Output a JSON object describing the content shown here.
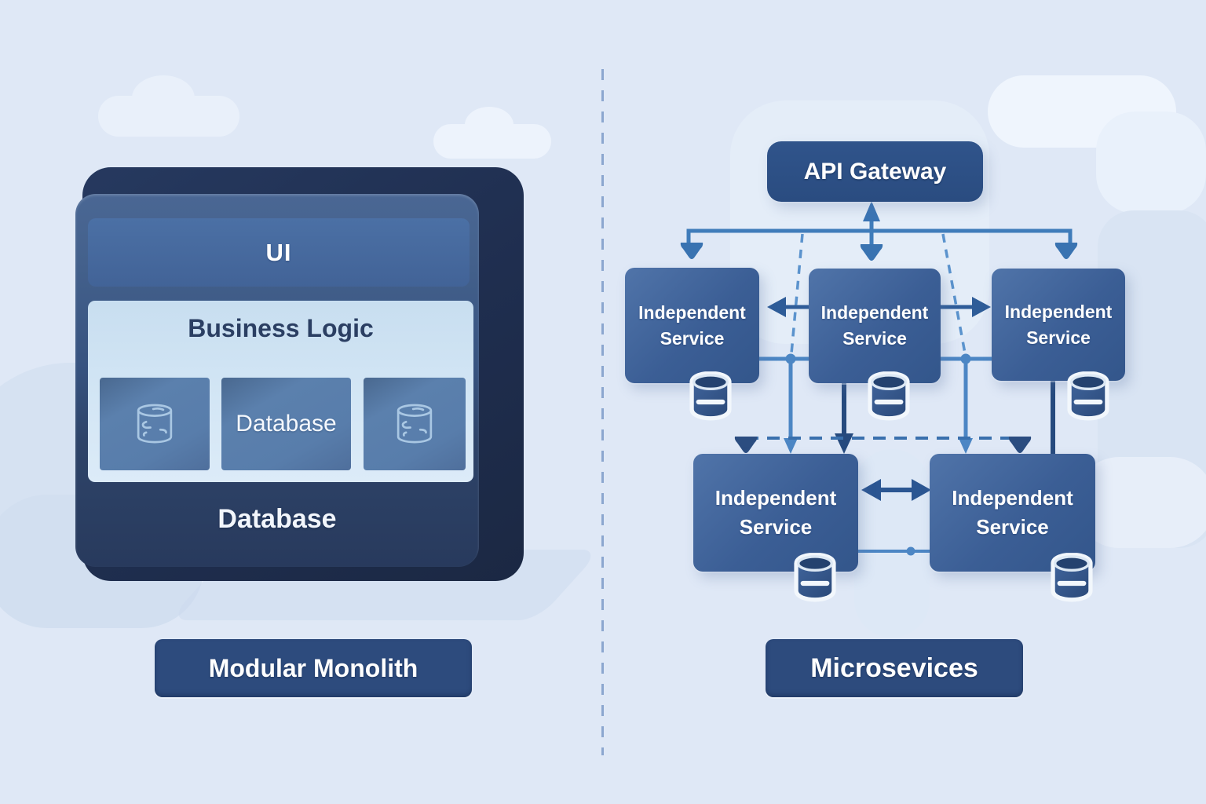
{
  "left_panel": {
    "monolith": {
      "ui_label": "UI",
      "business_logic_title": "Business Logic",
      "module_database_label": "Database",
      "database_label": "Database"
    },
    "caption": "Modular Monolith"
  },
  "right_panel": {
    "api_gateway_label": "API Gateway",
    "services": [
      {
        "label": "Independent Service"
      },
      {
        "label": "Independent Service"
      },
      {
        "label": "Independent Service"
      },
      {
        "label": "Independent Service"
      },
      {
        "label": "Independent Service"
      }
    ],
    "caption": "Microsevices"
  },
  "colors": {
    "background": "#dfe8f6",
    "monolith_back": "#1f2e4f",
    "monolith_front_top": "#4a6794",
    "monolith_front_bottom": "#283a5d",
    "ui_bar": "#476ba0",
    "business_logic_panel": "#cfe3f4",
    "module_box": "#5b80ad",
    "service_box": "#3b5e95",
    "gateway_box": "#2d5085",
    "caption_box": "#2d4b7d",
    "connector_blue": "#3f7cba",
    "connector_light": "#4c86c4",
    "connector_dark": "#264a7e",
    "dashed_divider": "#8ca7cf",
    "text_light": "#ffffff",
    "text_dark": "#2b3f63"
  }
}
